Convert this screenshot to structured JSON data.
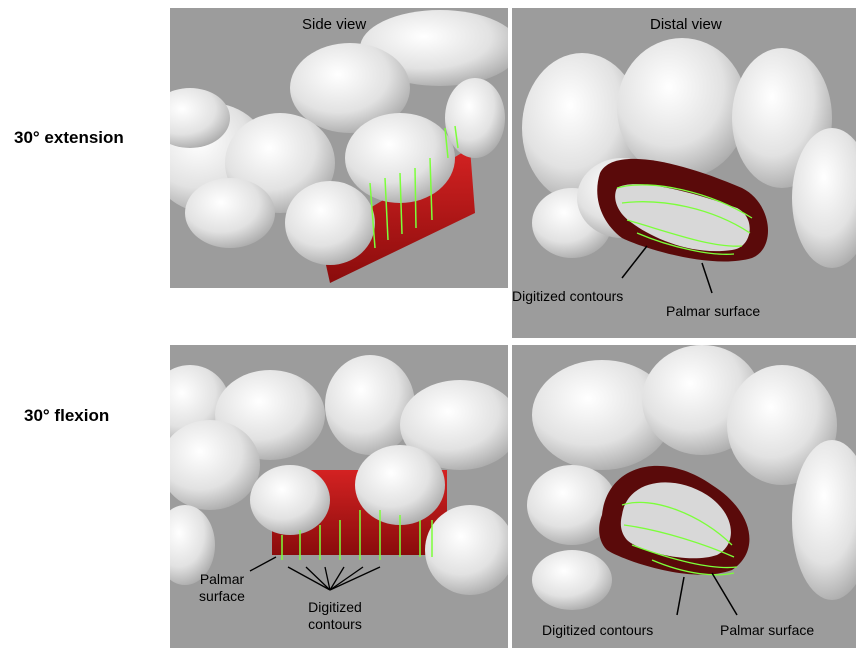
{
  "columns": {
    "left": "Side view",
    "right": "Distal view"
  },
  "rows": {
    "top": "30° extension",
    "bottom": "30° flexion"
  },
  "annotations": {
    "digitized_contours": "Digitized contours",
    "palmar_surface": "Palmar surface",
    "palmar": "Palmar",
    "surface": "surface",
    "digitized": "Digitized",
    "contours": "contours"
  },
  "colors": {
    "background": "#9c9c9c",
    "bone": "#ececec",
    "cartilage_red": "#b51a1a",
    "cartilage_dark": "#5a0a0a",
    "contour_green": "#7cff3a"
  }
}
